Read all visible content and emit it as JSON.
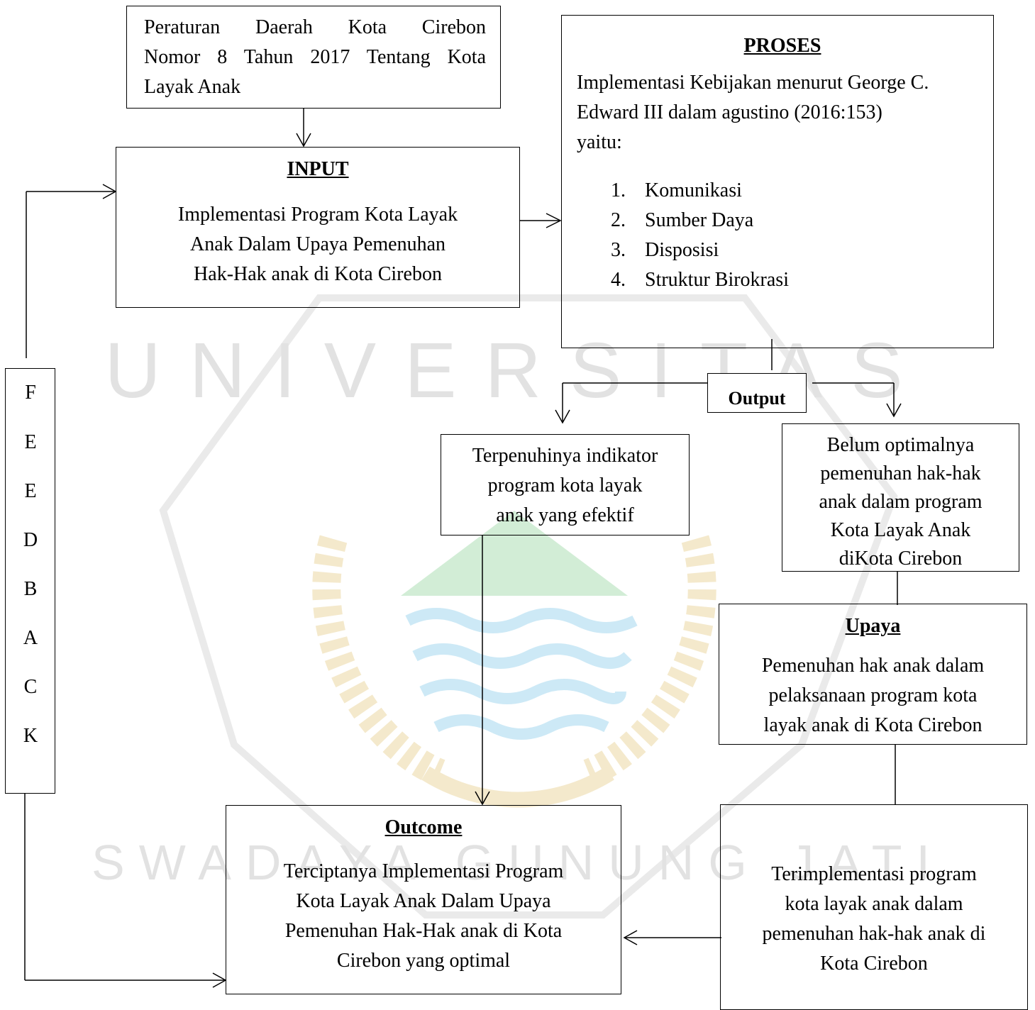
{
  "regulation": {
    "lines": [
      "Peraturan Daerah Kota Cirebon",
      "Nomor 8 Tahun 2017 Tentang Kota",
      "Layak Anak"
    ]
  },
  "input": {
    "title": "INPUT",
    "lines": [
      "Implementasi Program Kota Layak",
      "Anak Dalam Upaya Pemenuhan",
      "Hak-Hak anak di Kota Cirebon"
    ]
  },
  "process": {
    "title": "PROSES",
    "lines": [
      "Implementasi Kebijakan menurut George C.",
      "Edward III dalam agustino (2016:153)",
      "yaitu:"
    ],
    "items": [
      {
        "num": "1.",
        "label": "Komunikasi"
      },
      {
        "num": "2.",
        "label": "Sumber Daya"
      },
      {
        "num": "3.",
        "label": "Disposisi"
      },
      {
        "num": "4.",
        "label": "Struktur Birokrasi"
      }
    ]
  },
  "output": {
    "label": "Output"
  },
  "effective": {
    "lines": [
      "Terpenuhinya indikator",
      "program kota layak",
      "anak yang efektif"
    ]
  },
  "not_optimal": {
    "lines": [
      "Belum optimalnya",
      "pemenuhan hak-hak",
      "anak dalam program",
      "Kota Layak Anak",
      "diKota Cirebon"
    ]
  },
  "effort": {
    "title": "Upaya",
    "lines": [
      "Pemenuhan hak anak dalam",
      "pelaksanaan program kota",
      "layak anak di Kota Cirebon"
    ]
  },
  "implemented": {
    "lines": [
      "Terimplementasi program",
      "kota layak anak dalam",
      "pemenuhan hak-hak anak di",
      "Kota Cirebon"
    ]
  },
  "outcome": {
    "title": "Outcome",
    "lines": [
      "Terciptanya Implementasi Program",
      "Kota Layak Anak Dalam Upaya",
      "Pemenuhan Hak-Hak anak di Kota",
      "Cirebon yang optimal"
    ]
  },
  "feedback": {
    "letters": [
      "F",
      "E",
      "E",
      "D",
      "B",
      "A",
      "C",
      "K"
    ]
  },
  "watermark": {
    "top_text": "UNIVERSITAS",
    "bottom_text": "SWADAYA GUNUNG JATI",
    "colors": {
      "ring": "#c9c9c9",
      "wreath": "#e2c46a",
      "mountain": "#7fcf8a",
      "water": "#7cc8e8"
    }
  }
}
